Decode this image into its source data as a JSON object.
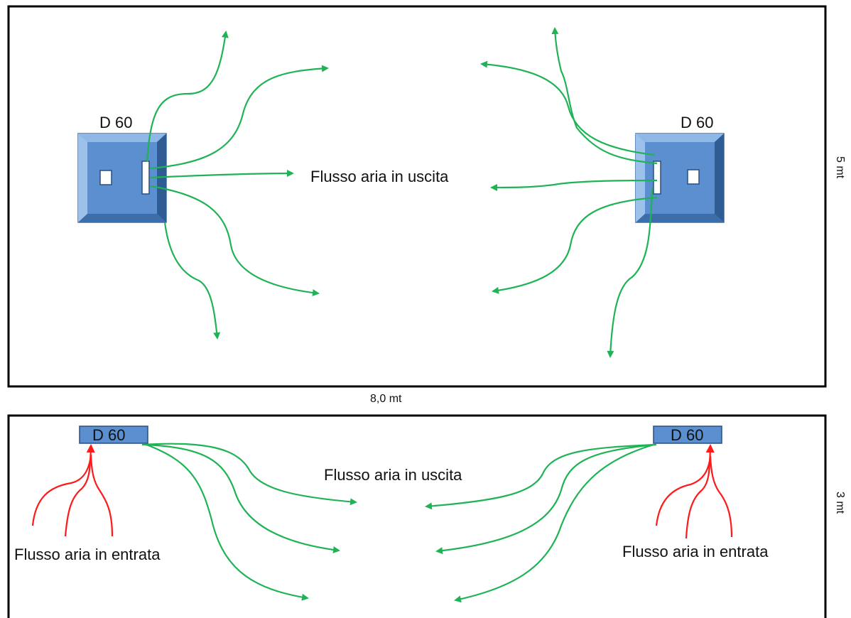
{
  "plan_view": {
    "unit_left_label": "D 60",
    "unit_right_label": "D 60",
    "outflow_label": "Flusso aria in uscita",
    "width_label": "8,0 mt",
    "depth_label": "5 mt"
  },
  "section_view": {
    "unit_left_label": "D 60",
    "unit_right_label": "D 60",
    "outflow_label": "Flusso aria in uscita",
    "inflow_left_label": "Flusso aria in entrata",
    "inflow_right_label": "Flusso aria in entrata",
    "height_label": "3 mt"
  },
  "colors": {
    "outflow_arrows": "#1fb356",
    "inflow_arrows": "#ff1a1a",
    "unit_fill": "#5b8fd0",
    "room_border": "#000000"
  }
}
